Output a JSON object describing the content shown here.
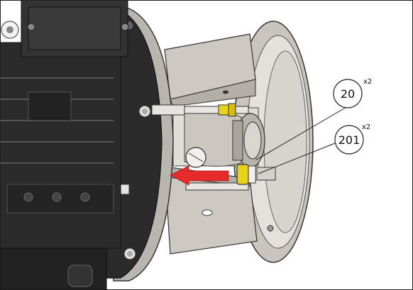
{
  "callouts": [
    {
      "label": "20",
      "quantity": "x2"
    },
    {
      "label": "201",
      "quantity": "x2"
    }
  ],
  "colors": {
    "motor_body": "#2b2b2b",
    "motor_dark": "#1a1a1a",
    "flange_gray": "#b9b6b0",
    "lantern_gray": "#d2cec7",
    "bolt_yellow": "#e8d21a",
    "arrow_red": "#e52b2b",
    "callout_stroke": "#222222"
  },
  "icons": {
    "direction_arrow": "arrow-left-icon"
  }
}
